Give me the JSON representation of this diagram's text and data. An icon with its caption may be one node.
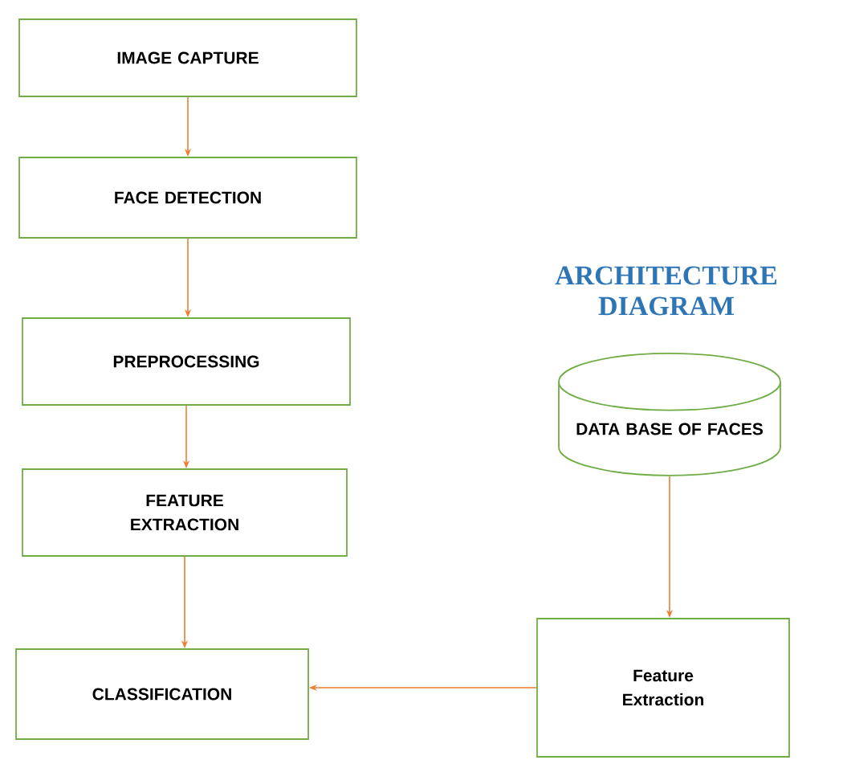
{
  "diagram": {
    "title": "ARCHITECTURE DIAGRAM",
    "nodes": [
      {
        "text": [
          "IMAGE CAPTURE"
        ]
      },
      {
        "text": [
          "FACE DETECTION"
        ]
      },
      {
        "text": [
          "PREPROCESSING"
        ]
      },
      {
        "text": [
          "FEATURE EXTRACTION"
        ]
      },
      {
        "text": [
          "CLASSIFICATION"
        ]
      },
      {
        "text": [
          "DATA BASE OF FACES"
        ]
      },
      {
        "text": [
          "Feature Extraction"
        ]
      }
    ],
    "edges": [
      {
        "from": 0,
        "to": 1,
        "arrow": "to"
      },
      {
        "from": 1,
        "to": 2,
        "arrow": "to"
      },
      {
        "from": 2,
        "to": 3,
        "arrow": "to"
      },
      {
        "from": 3,
        "to": 4,
        "arrow": "to"
      },
      {
        "from": 5,
        "to": 6,
        "arrow": "to"
      },
      {
        "from": 6,
        "to": 4,
        "arrow": "to"
      }
    ]
  }
}
